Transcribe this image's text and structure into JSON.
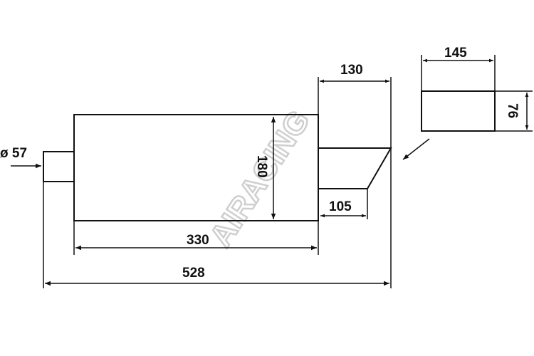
{
  "title": "Muffler dimension drawing",
  "watermark": "AIRACING",
  "dimensions": {
    "inlet_diameter": "ø 57",
    "body_height": "180",
    "body_length": "330",
    "overall_length": "528",
    "outlet_length": "130",
    "outlet_short_length": "105",
    "section_width": "145",
    "section_height": "76"
  },
  "colors": {
    "line": "#111111",
    "watermark": "#cfcfcf"
  }
}
